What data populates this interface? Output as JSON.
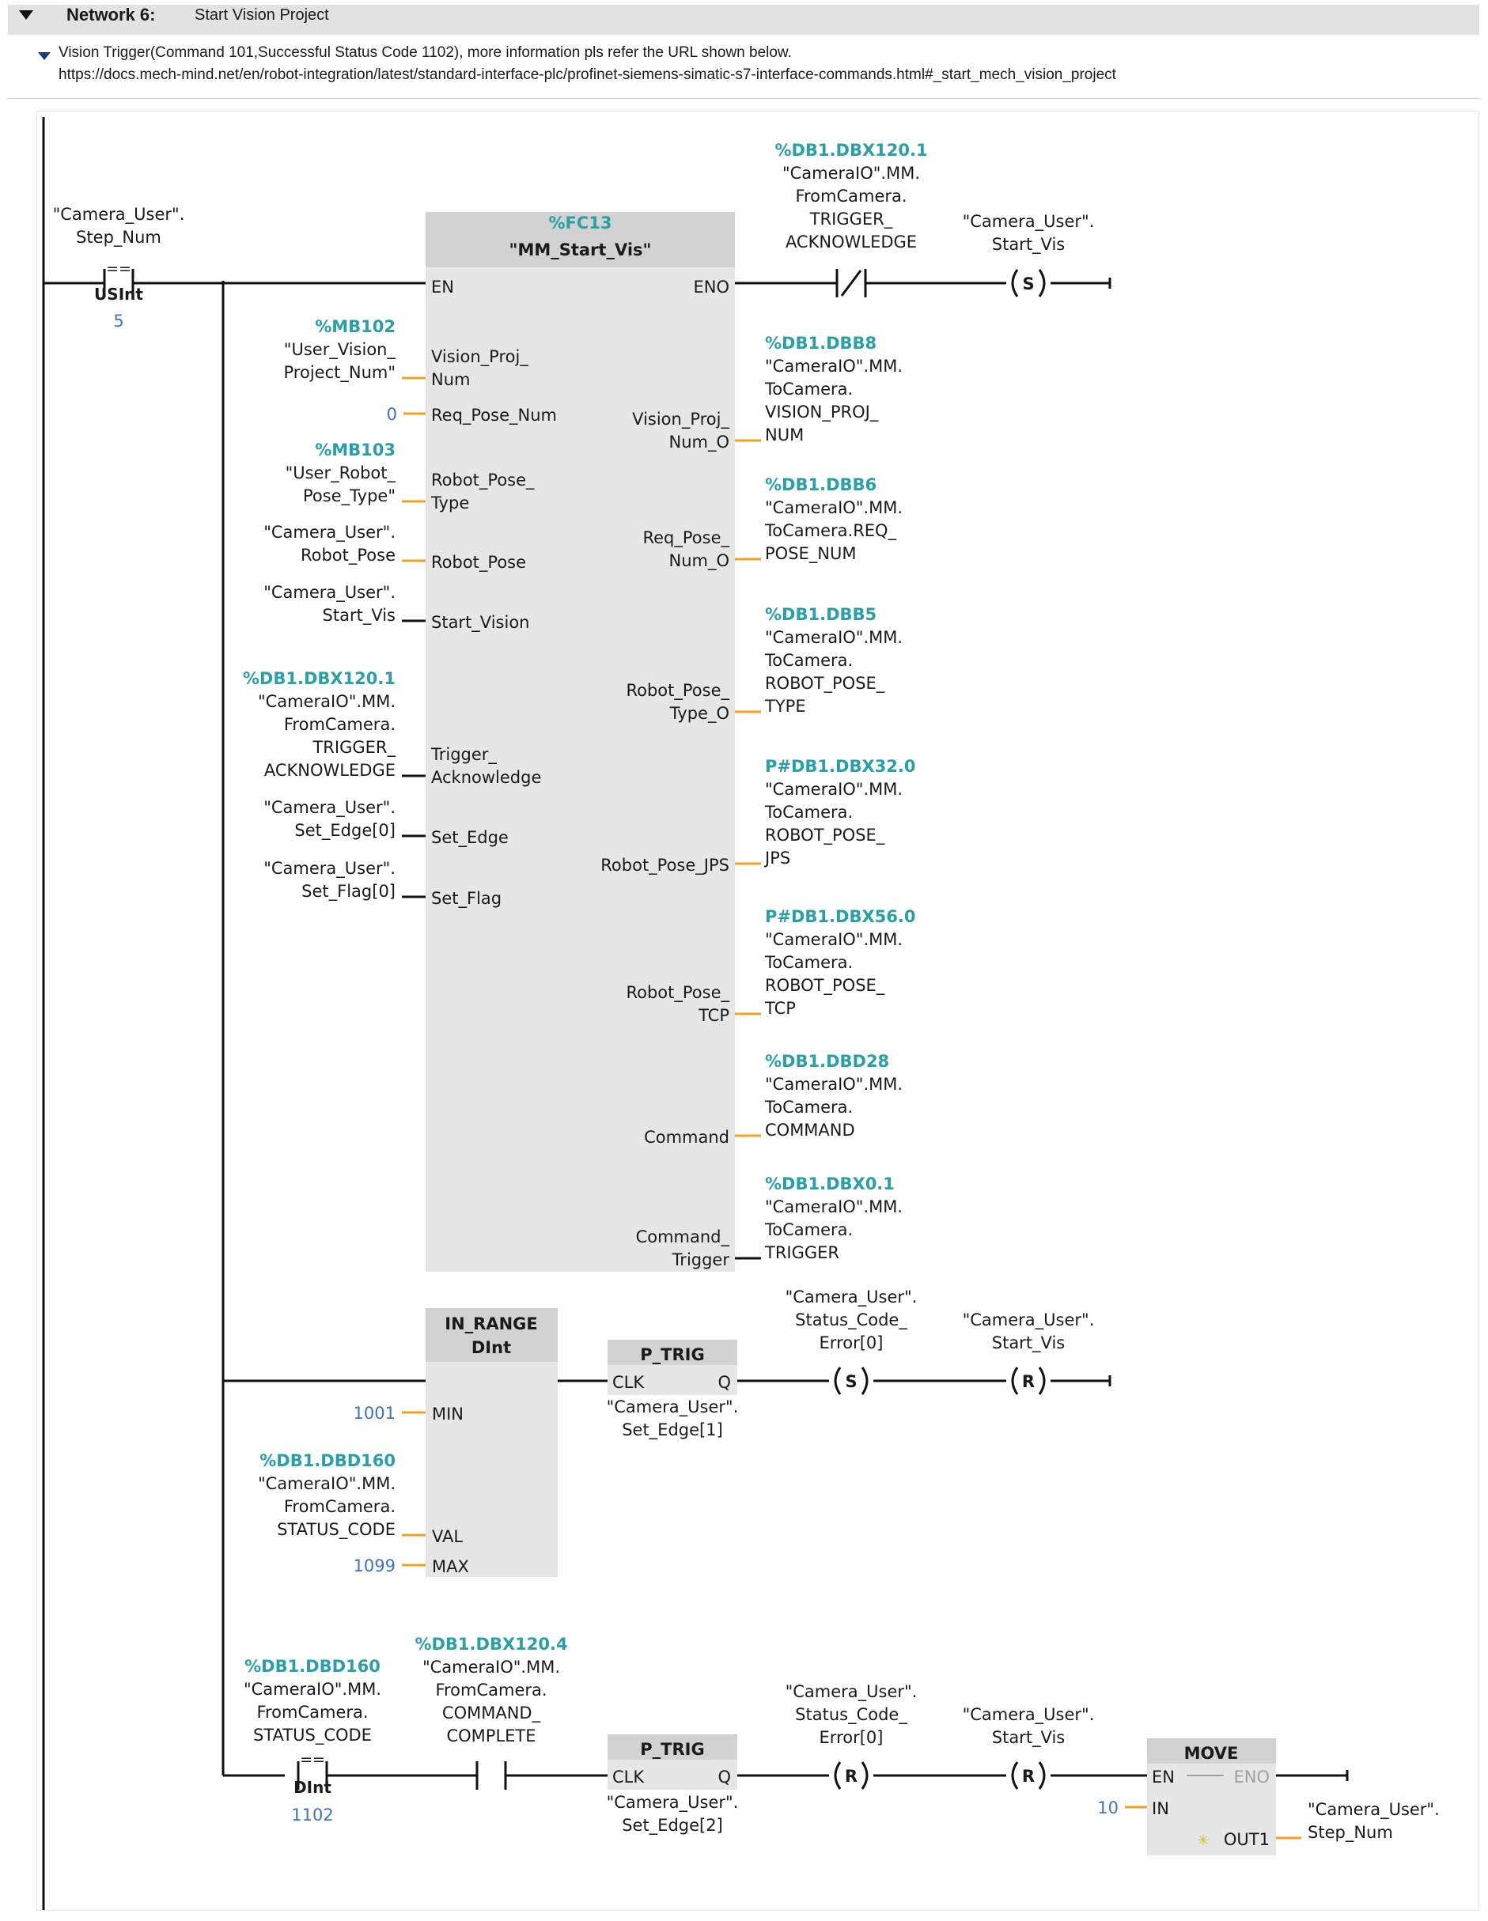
{
  "header": {
    "title": "Network 6:",
    "name": "Start Vision Project"
  },
  "comment": {
    "line1": "Vision Trigger(Command 101,Successful Status Code 1102), more information pls refer the URL shown below.",
    "line2": "https://docs.mech-mind.net/en/robot-integration/latest/standard-interface-plc/profinet-siemens-simatic-s7-interface-commands.html#_start_mech_vision_project"
  },
  "colors": {
    "address": "#27a0a8",
    "constant": "#3d72c9",
    "wire": "#111111",
    "param_wire": "#f5a01e",
    "block": "#e6e6e6",
    "block_header": "#d2d2d2"
  },
  "compare1": {
    "op1_a": "\"Camera_User\".",
    "op1_b": "Step_Num",
    "op": "==",
    "type": "USInt",
    "value": "5"
  },
  "fc13": {
    "address": "%FC13",
    "name": "\"MM_Start_Vis\"",
    "en": "EN",
    "eno": "ENO",
    "inputs": [
      {
        "pin": [
          "Vision_Proj_",
          "Num"
        ],
        "addr": "%MB102",
        "tag": [
          "\"User_Vision_",
          "Project_Num\""
        ]
      },
      {
        "pin": [
          "Req_Pose_Num"
        ],
        "const": "0"
      },
      {
        "pin": [
          "Robot_Pose_",
          "Type"
        ],
        "addr": "%MB103",
        "tag": [
          "\"User_Robot_",
          "Pose_Type\""
        ]
      },
      {
        "pin": [
          "Robot_Pose"
        ],
        "tag": [
          "\"Camera_User\".",
          "Robot_Pose"
        ]
      },
      {
        "pin": [
          "Start_Vision"
        ],
        "tag": [
          "\"Camera_User\".",
          "Start_Vis"
        ]
      },
      {
        "pin": [
          "Trigger_",
          "Acknowledge"
        ],
        "addr": "%DB1.DBX120.1",
        "tag": [
          "\"CameraIO\".MM.",
          "FromCamera.",
          "TRIGGER_",
          "ACKNOWLEDGE"
        ]
      },
      {
        "pin": [
          "Set_Edge"
        ],
        "tag": [
          "\"Camera_User\".",
          "Set_Edge[0]"
        ]
      },
      {
        "pin": [
          "Set_Flag"
        ],
        "tag": [
          "\"Camera_User\".",
          "Set_Flag[0]"
        ]
      }
    ],
    "outputs": [
      {
        "pin": [
          "Vision_Proj_",
          "Num_O"
        ],
        "addr": "%DB1.DBB8",
        "tag": [
          "\"CameraIO\".MM.",
          "ToCamera.",
          "VISION_PROJ_",
          "NUM"
        ]
      },
      {
        "pin": [
          "Req_Pose_",
          "Num_O"
        ],
        "addr": "%DB1.DBB6",
        "tag": [
          "\"CameraIO\".MM.",
          "ToCamera.REQ_",
          "POSE_NUM"
        ]
      },
      {
        "pin": [
          "Robot_Pose_",
          "Type_O"
        ],
        "addr": "%DB1.DBB5",
        "tag": [
          "\"CameraIO\".MM.",
          "ToCamera.",
          "ROBOT_POSE_",
          "TYPE"
        ]
      },
      {
        "pin": [
          "Robot_Pose_JPS"
        ],
        "addr": "P#DB1.DBX32.0",
        "tag": [
          "\"CameraIO\".MM.",
          "ToCamera.",
          "ROBOT_POSE_",
          "JPS"
        ]
      },
      {
        "pin": [
          "Robot_Pose_",
          "TCP"
        ],
        "addr": "P#DB1.DBX56.0",
        "tag": [
          "\"CameraIO\".MM.",
          "ToCamera.",
          "ROBOT_POSE_",
          "TCP"
        ]
      },
      {
        "pin": [
          "Command"
        ],
        "addr": "%DB1.DBD28",
        "tag": [
          "\"CameraIO\".MM.",
          "ToCamera.",
          "COMMAND"
        ]
      },
      {
        "pin": [
          "Command_",
          "Trigger"
        ],
        "addr": "%DB1.DBX0.1",
        "tag": [
          "\"CameraIO\".MM.",
          "ToCamera.",
          "TRIGGER"
        ]
      }
    ]
  },
  "contact1": {
    "addr": "%DB1.DBX120.1",
    "tag": [
      "\"CameraIO\".MM.",
      "FromCamera.",
      "TRIGGER_",
      "ACKNOWLEDGE"
    ]
  },
  "coil1": {
    "tag": [
      "\"Camera_User\".",
      "Start_Vis"
    ],
    "symbol": "S"
  },
  "inrange": {
    "title": "IN_RANGE",
    "type": "DInt",
    "min_pin": "MIN",
    "min": "1001",
    "val_pin": "VAL",
    "val_addr": "%DB1.DBD160",
    "val_tag": [
      "\"CameraIO\".MM.",
      "FromCamera.",
      "STATUS_CODE"
    ],
    "max_pin": "MAX",
    "max": "1099"
  },
  "ptrig1": {
    "title": "P_TRIG",
    "clk": "CLK",
    "q": "Q",
    "tag": [
      "\"Camera_User\".",
      "Set_Edge[1]"
    ]
  },
  "coil2": {
    "tag": [
      "\"Camera_User\".",
      "Status_Code_",
      "Error[0]"
    ],
    "symbol": "S"
  },
  "coil3": {
    "tag": [
      "\"Camera_User\".",
      "Start_Vis"
    ],
    "symbol": "R"
  },
  "compare2": {
    "addr": "%DB1.DBD160",
    "tag": [
      "\"CameraIO\".MM.",
      "FromCamera.",
      "STATUS_CODE"
    ],
    "op": "==",
    "type": "DInt",
    "value": "1102"
  },
  "contact2": {
    "addr": "%DB1.DBX120.4",
    "tag": [
      "\"CameraIO\".MM.",
      "FromCamera.",
      "COMMAND_",
      "COMPLETE"
    ]
  },
  "ptrig2": {
    "title": "P_TRIG",
    "clk": "CLK",
    "q": "Q",
    "tag": [
      "\"Camera_User\".",
      "Set_Edge[2]"
    ]
  },
  "coil4": {
    "tag": [
      "\"Camera_User\".",
      "Status_Code_",
      "Error[0]"
    ],
    "symbol": "R"
  },
  "coil5": {
    "tag": [
      "\"Camera_User\".",
      "Start_Vis"
    ],
    "symbol": "R"
  },
  "move": {
    "title": "MOVE",
    "en": "EN",
    "eno": "ENO",
    "in_pin": "IN",
    "in": "10",
    "out_pin": "OUT1",
    "out_tag": [
      "\"Camera_User\".",
      "Step_Num"
    ]
  }
}
